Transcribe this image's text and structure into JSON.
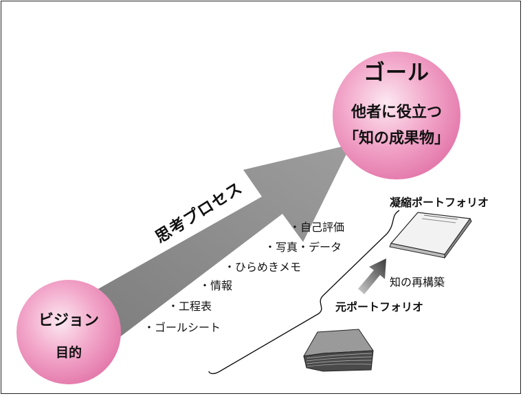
{
  "goal": {
    "title": "ゴール",
    "subtitle_line1": "他者に役立つ",
    "subtitle_line2": "「知の成果物」"
  },
  "vision": {
    "title": "ビジョン",
    "subtitle": "目的"
  },
  "process": {
    "label": "思考プロセス",
    "items": [
      "・自己評価",
      "・写真・データ",
      "・ひらめきメモ",
      "・情報",
      "・工程表",
      "・ゴールシート"
    ]
  },
  "portfolio": {
    "condensed_title": "凝縮ポートフォリオ",
    "original_title": "元ポートフォリオ",
    "rebuild_label": "知の再構築"
  },
  "colors": {
    "circle_center": "#fbe4ef",
    "circle_mid": "#f3a9cb",
    "circle_edge": "#e579ab",
    "arrow_gray": "#8c8c8c",
    "frame": "#222222"
  }
}
